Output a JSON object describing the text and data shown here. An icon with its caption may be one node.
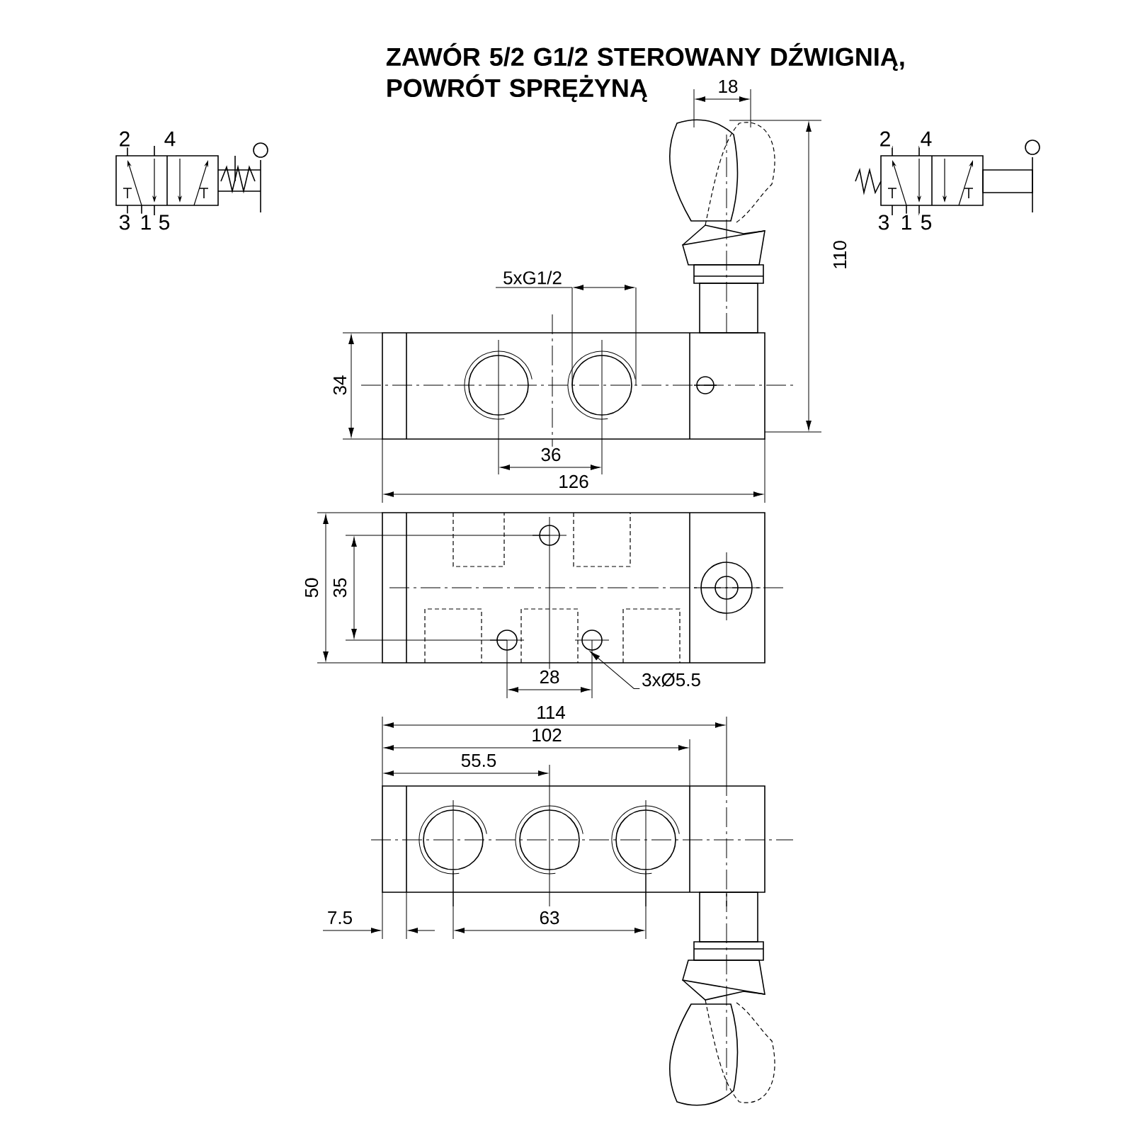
{
  "diagram": {
    "title": "ZAWÓR 5/2 G1/2 STEROWANY DŹWIGNIĄ, POWRÓT SPRĘŻYNĄ",
    "nodes": [
      {
        "text": [
          "3xØ5.5"
        ]
      },
      {
        "text": [],
        "shape": "circle"
      }
    ],
    "edges": [
      {
        "from": 0,
        "to": 1,
        "arrow": "to"
      }
    ],
    "labels": [
      "2",
      "4",
      "3",
      "1",
      "5",
      "18",
      "2",
      "4",
      "3",
      "1",
      "5",
      "110",
      "5xG1/2",
      "34",
      "36",
      "126",
      "50",
      "35",
      "28",
      "114",
      "102",
      "55.5",
      "7.5",
      "63"
    ]
  }
}
